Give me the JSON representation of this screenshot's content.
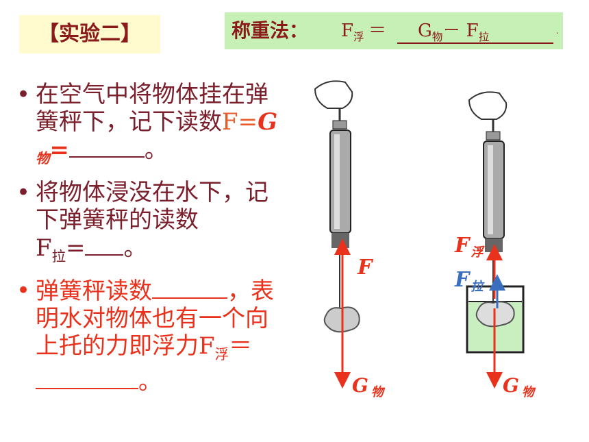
{
  "header": {
    "tag": "【实验二】"
  },
  "formula": {
    "lead": "称重法：",
    "f": "F",
    "f_sub": "浮",
    "eq": "＝",
    "g": "G",
    "g_sub": "物",
    "minus": "－",
    "f2": "F",
    "f2_sub": "拉",
    "tail": "."
  },
  "bullets": [
    {
      "text": "在空气中将物体挂在弹簧秤下，记下读数",
      "expr_f": "F=",
      "expr_g": "G",
      "expr_g_sub": "物",
      "expr_eq": "=",
      "end": "。"
    },
    {
      "text": "将物体浸没在水下，记下弹簧秤的读数",
      "f": "F",
      "f_sub": "拉",
      "eq": "=",
      "end": "。"
    },
    {
      "text_a": "弹簧秤读数",
      "text_b": "，表明水对物体也有一个向上托的力即浮力",
      "f": "F",
      "f_sub": "浮",
      "eq": "＝",
      "end": "。"
    }
  ],
  "diagram": {
    "left_force": "F",
    "left_weight": "G",
    "left_weight_sub": "物",
    "right_buoy": "F",
    "right_buoy_sub": "浮",
    "right_pull": "F",
    "right_pull_sub": "拉",
    "right_weight": "G",
    "right_weight_sub": "物",
    "colors": {
      "arrow": "#e8321c",
      "pull": "#3a6fbf",
      "water": "#c9eec0",
      "label_red": "#e8321c",
      "label_blue": "#3a6fbf"
    }
  }
}
